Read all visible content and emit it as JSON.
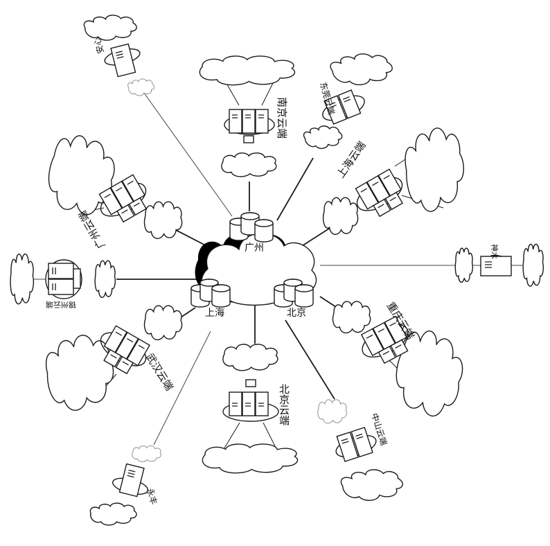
{
  "hubs": {
    "guangzhou": "广州",
    "shanghai": "上海",
    "beijing": "北京"
  },
  "sites": {
    "nanjing": "南京云端",
    "shanghai_cloud": "上海云端",
    "shenmu": "神木",
    "chongqing": "重庆云端",
    "zhongshan": "中山云端",
    "beijing_cloud": "北京云端",
    "yongfeng": "永丰",
    "wuhan": "武汉云端",
    "jinzhou": "锦州云端",
    "guangzhou_cloud": "广州云端",
    "dongguan": "东莞云端",
    "anxin": "安心"
  }
}
